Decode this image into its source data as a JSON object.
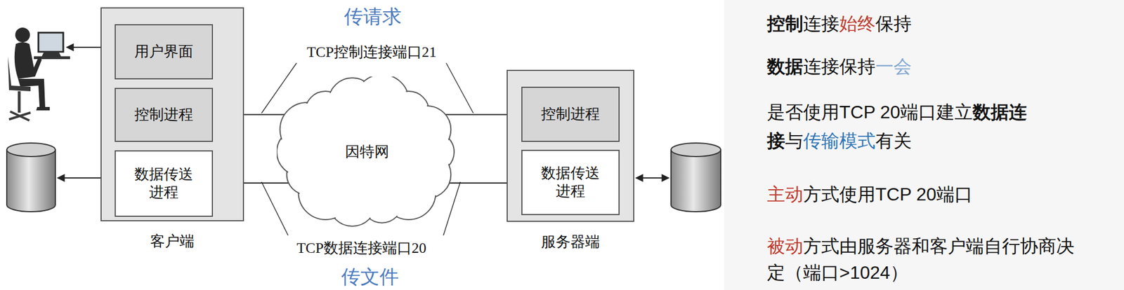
{
  "diagram": {
    "nodes": [
      {
        "text": [
          "客户端"
        ]
      },
      {
        "text": [
          "用户界面"
        ],
        "in": 0
      },
      {
        "text": [
          "控制进程"
        ],
        "in": 0
      },
      {
        "text": [
          "数据传送进程"
        ],
        "in": 0
      },
      {
        "text": [
          "因特网"
        ]
      },
      {
        "text": [
          "服务器端"
        ]
      },
      {
        "text": [
          "控制进程"
        ],
        "in": 5
      },
      {
        "text": [
          "数据传送进程"
        ],
        "in": 5
      }
    ],
    "edges": [
      {
        "from": 2,
        "to": 6,
        "arrow": "both"
      },
      {
        "from": 3,
        "to": 7,
        "arrow": "both"
      }
    ],
    "labels": [
      "传请求",
      "TCP控制连接端口21",
      "TCP数据连接端口20",
      "传文件",
      "控制",
      "连接",
      "始终",
      "保持",
      "数据",
      "连接保持",
      "一会",
      "是否使用TCP 20端口建立",
      "数据连接",
      "与",
      "传输模式",
      "有关",
      "主动",
      "方式使用TCP 20端口",
      "被动",
      "方式由服务器和客户端自行协商决定（端口>1024）"
    ]
  }
}
